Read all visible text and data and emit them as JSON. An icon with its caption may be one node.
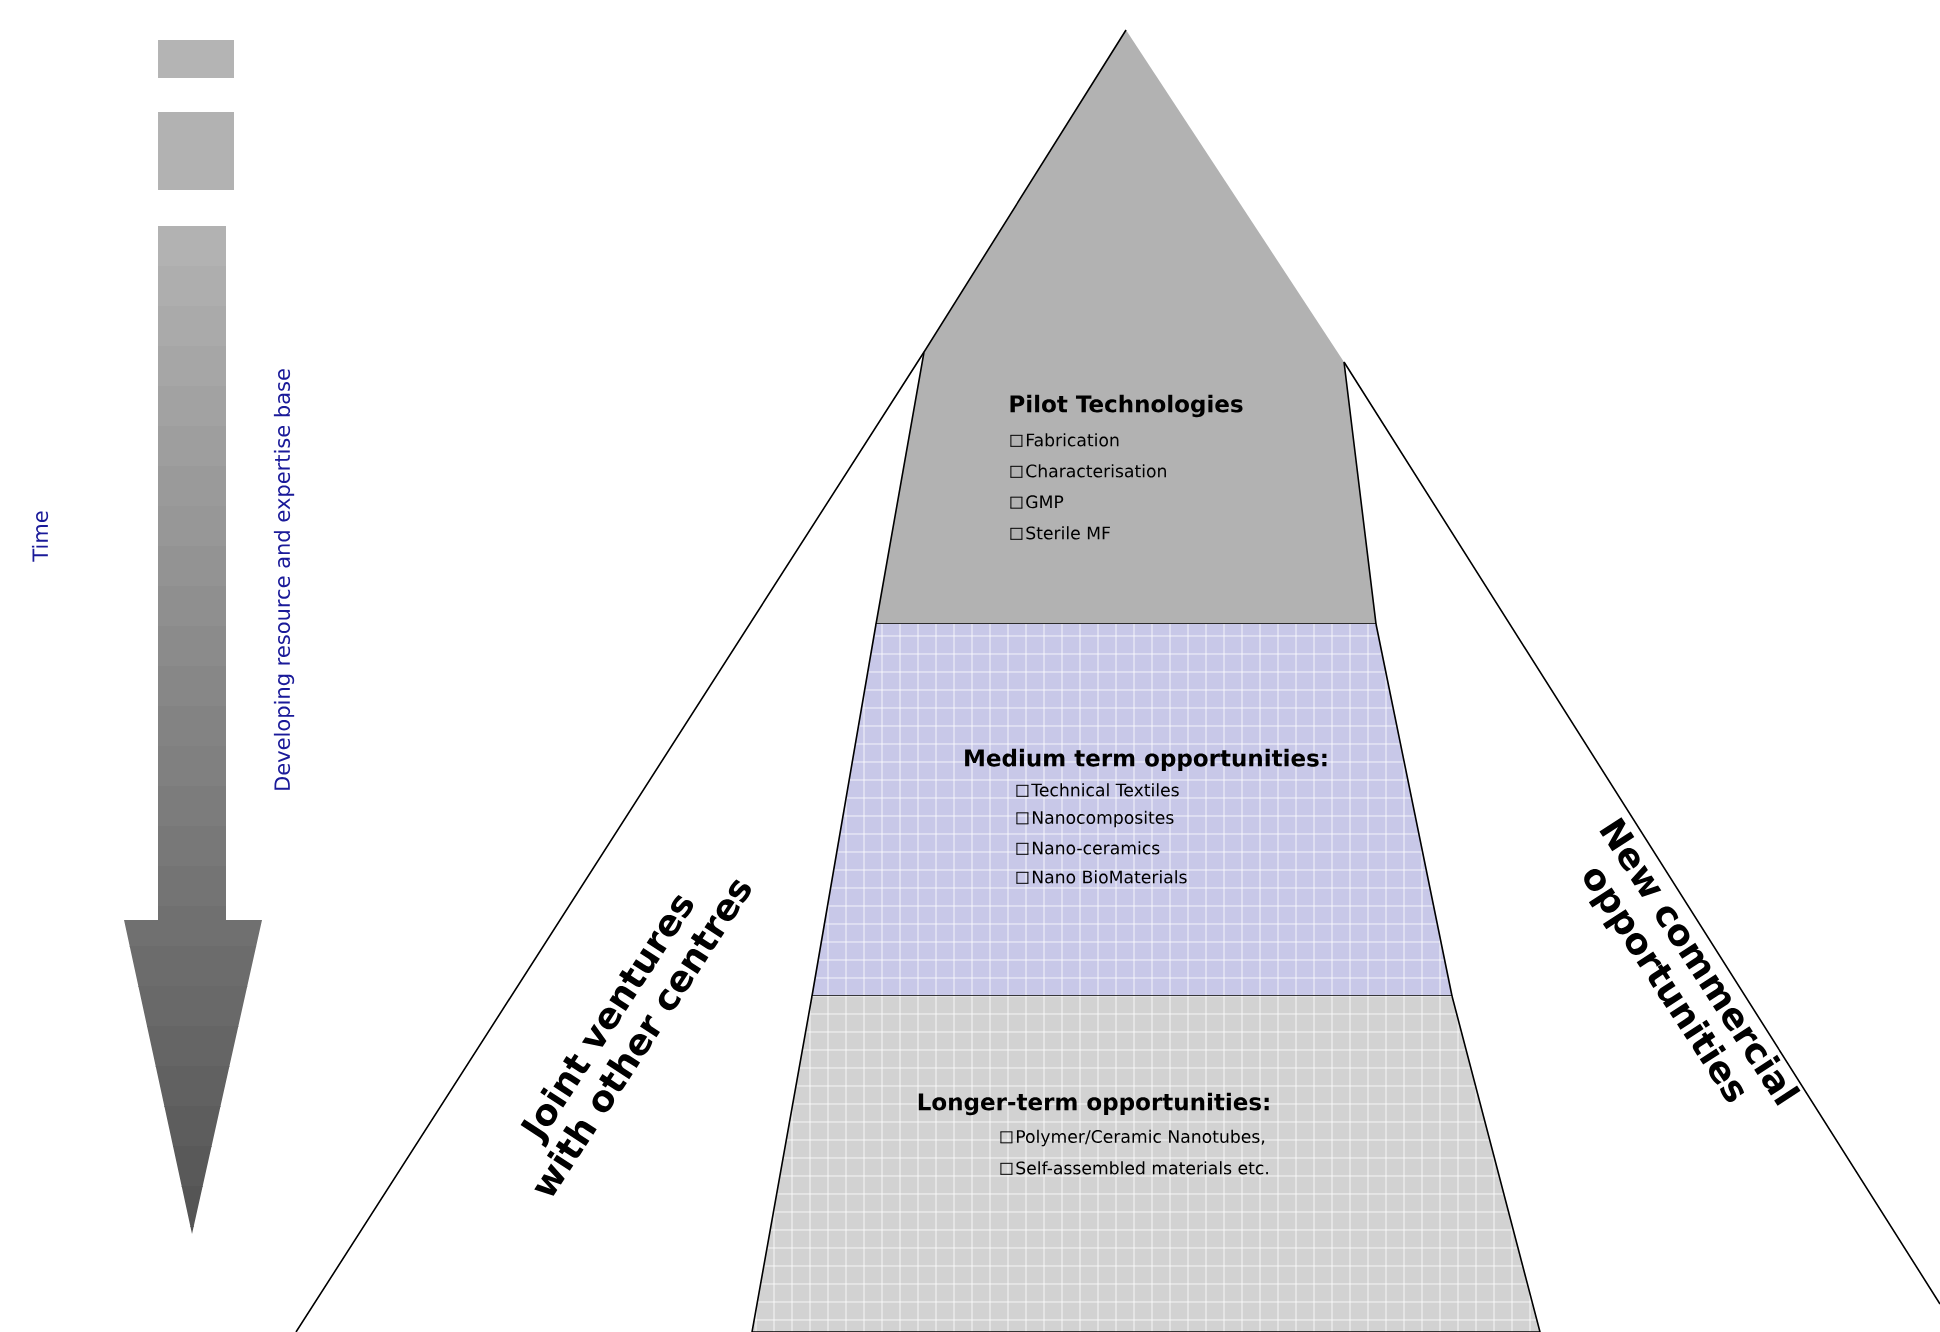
{
  "diagram": {
    "nodes": [
      {
        "text": [
          "Pilot Technologies",
          "Fabrication",
          "Characterisation",
          "GMP",
          "Sterile MF"
        ]
      },
      {
        "text": [
          "Medium term opportunities:",
          "Technical Textiles",
          "Nanocomposites",
          "Nano-ceramics",
          "Nano BioMaterials"
        ]
      },
      {
        "text": [
          "Longer-term opportunities:",
          "Polymer/Ceramic Nanotubes,",
          "Self-assembled materials etc."
        ]
      }
    ],
    "labels": [
      "Time",
      "Developing resource and expertise base",
      "Joint ventures with other centres",
      "New commercial opportunities"
    ]
  }
}
